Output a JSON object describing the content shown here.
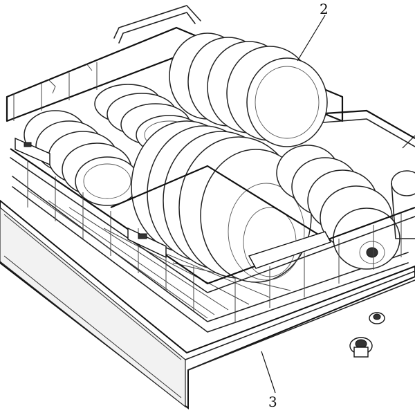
{
  "figure": {
    "labels": [
      {
        "id": "label-2",
        "text": "2"
      },
      {
        "id": "label-3",
        "text": "3"
      }
    ]
  }
}
